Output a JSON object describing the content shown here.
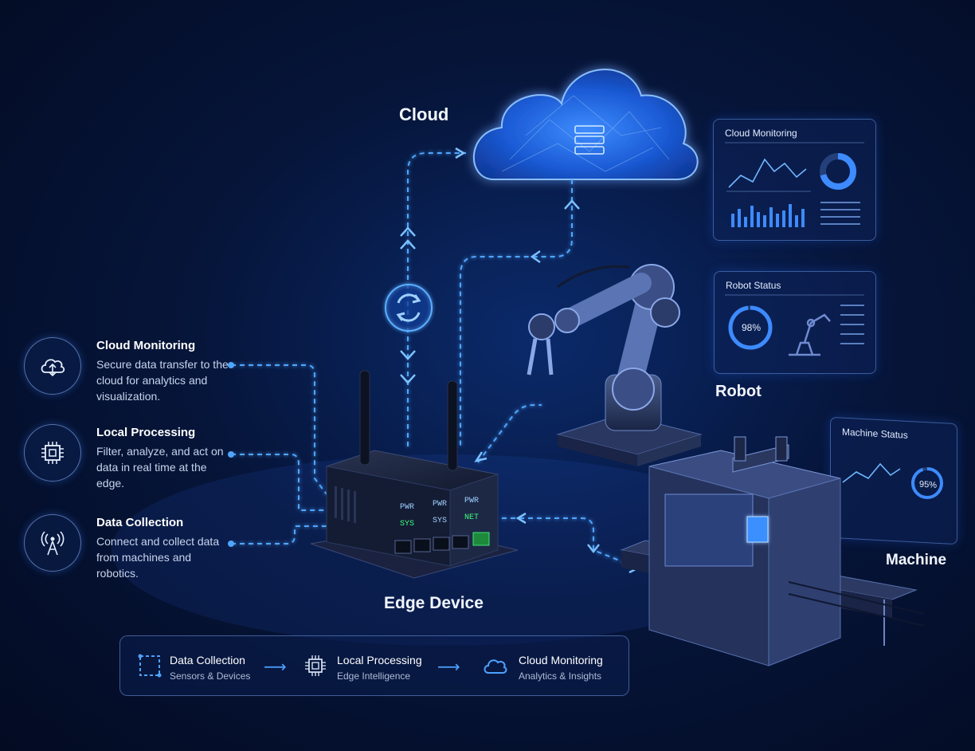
{
  "labels": {
    "cloud": "Cloud",
    "robot": "Robot",
    "machine": "Machine",
    "edge_device": "Edge Device"
  },
  "features": [
    {
      "title": "Cloud Monitoring",
      "description": "Secure data transfer to the cloud for analytics and visualization.",
      "icon": "cloud-sync-icon"
    },
    {
      "title": "Local Processing",
      "description": "Filter, analyze, and act on data in real time at the edge.",
      "icon": "chip-icon"
    },
    {
      "title": "Data Collection",
      "description": "Connect and collect data from machines and robotics.",
      "icon": "antenna-icon"
    }
  ],
  "panels": {
    "cloud_monitoring": {
      "title": "Cloud Monitoring"
    },
    "robot_status": {
      "title": "Robot Status",
      "value_label": "98%",
      "value": 0.98
    },
    "machine_status": {
      "title": "Machine Status",
      "value_label": "95%",
      "value": 0.95
    }
  },
  "edge_device": {
    "leds": [
      "PWR",
      "PWR",
      "PWR"
    ],
    "status": [
      "SYS",
      "SYS",
      "NET"
    ]
  },
  "legend": [
    {
      "title": "Data Collection",
      "subtitle": "Sensors & Devices",
      "icon": "dashed-square-icon"
    },
    {
      "title": "Local Processing",
      "subtitle": "Edge Intelligence",
      "icon": "chip-icon"
    },
    {
      "title": "Cloud Monitoring",
      "subtitle": "Analytics & Insights",
      "icon": "cloud-icon"
    }
  ],
  "colors": {
    "accent": "#3d8bff",
    "glow": "#5fb0ff",
    "led_green": "#3dff7a",
    "background": "#06153a"
  }
}
